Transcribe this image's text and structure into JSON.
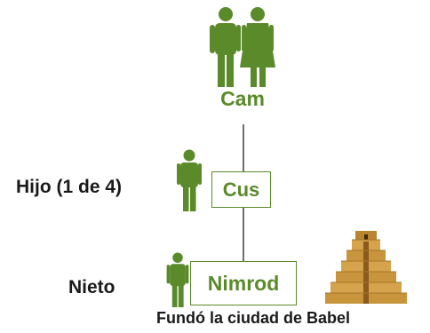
{
  "diagram": {
    "nodes": [
      {
        "id": "parents",
        "label": "Cam"
      },
      {
        "id": "son",
        "label": "Cus",
        "role": "Hijo (1 de 4)"
      },
      {
        "id": "grandson",
        "label": "Nimrod",
        "role": "Nieto",
        "note": "Fundó la ciudad de Babel"
      }
    ],
    "edges": [
      {
        "from": "parents",
        "to": "son"
      },
      {
        "from": "son",
        "to": "grandson"
      }
    ],
    "colors": {
      "accent": "#5a8a2a",
      "text": "#1a1a1a",
      "line": "#6f6f6f",
      "tower": "#c8953c",
      "tower_dark": "#8a5a1e"
    },
    "icons": [
      "couple-icon",
      "man-icon",
      "man-icon",
      "ziggurat-tower-icon"
    ]
  }
}
